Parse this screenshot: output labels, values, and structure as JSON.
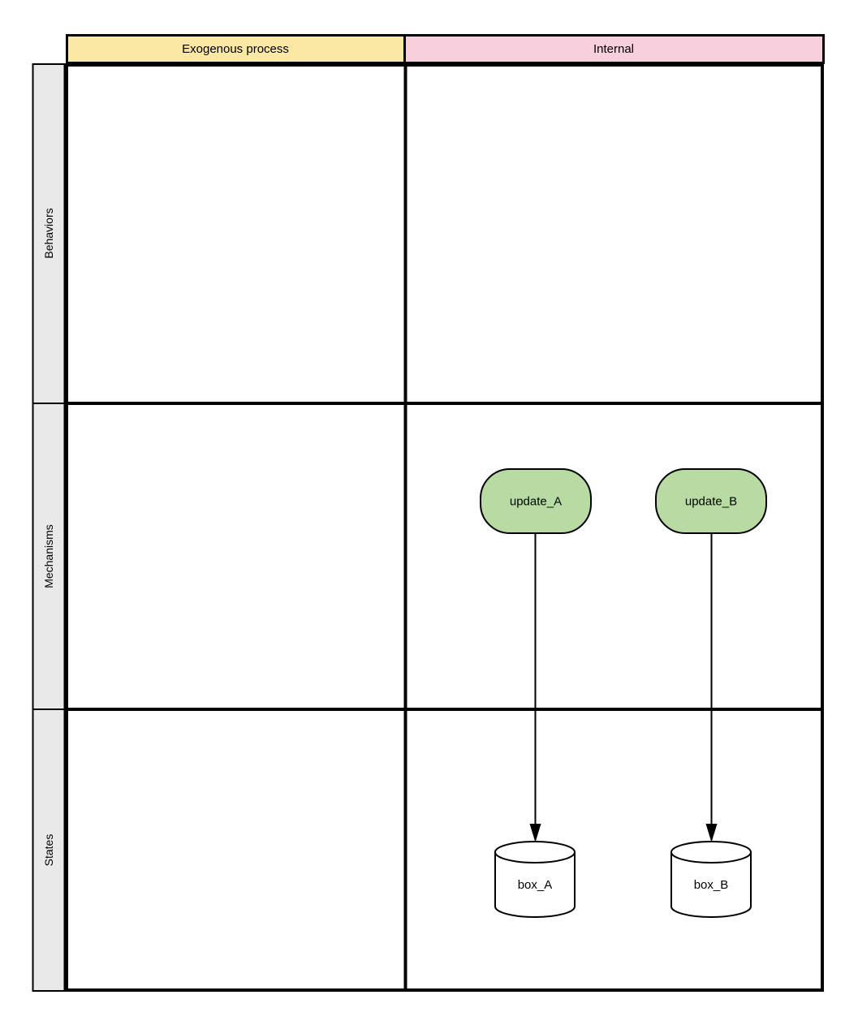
{
  "diagram": {
    "type": "swimlane-grid",
    "column_headers": [
      {
        "label": "Exogenous process",
        "fill": "#FCE8A5"
      },
      {
        "label": "Internal",
        "fill": "#F8D0DD"
      }
    ],
    "row_headers": [
      {
        "label": "Behaviors"
      },
      {
        "label": "Mechanisms"
      },
      {
        "label": "States"
      }
    ],
    "row_header_fill": "#E9E9E9",
    "nodes": {
      "update_A": {
        "label": "update_A",
        "shape": "rounded-process",
        "fill": "#B7DBA3",
        "row": "Mechanisms",
        "column": "Internal"
      },
      "update_B": {
        "label": "update_B",
        "shape": "rounded-process",
        "fill": "#B7DBA3",
        "row": "Mechanisms",
        "column": "Internal"
      },
      "box_A": {
        "label": "box_A",
        "shape": "cylinder-datastore",
        "fill": "#FFFFFF",
        "row": "States",
        "column": "Internal"
      },
      "box_B": {
        "label": "box_B",
        "shape": "cylinder-datastore",
        "fill": "#FFFFFF",
        "row": "States",
        "column": "Internal"
      }
    },
    "edges": [
      {
        "from": "update_A",
        "to": "box_A",
        "style": "solid-arrow-down"
      },
      {
        "from": "update_B",
        "to": "box_B",
        "style": "solid-arrow-down"
      }
    ],
    "line_color": "#000000",
    "text_color": "#000000"
  }
}
